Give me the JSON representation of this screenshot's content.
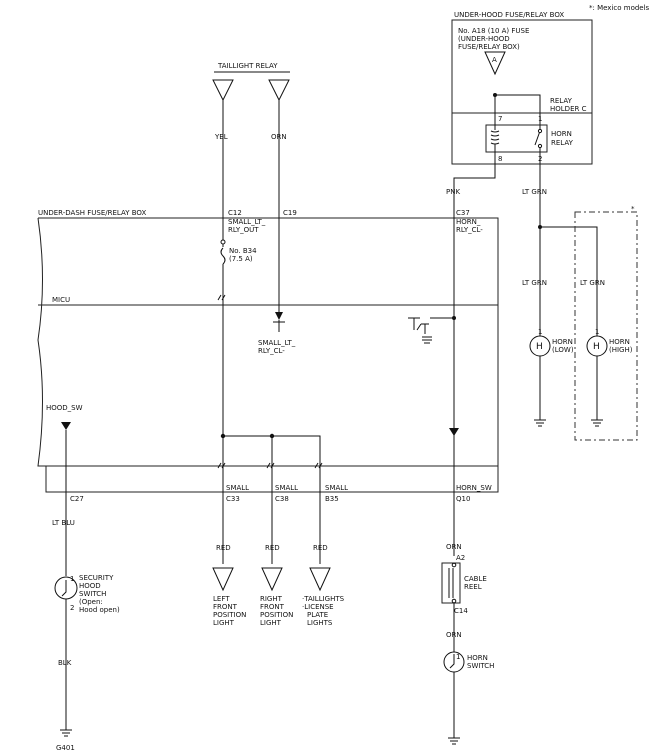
{
  "note": "*: Mexico models",
  "underhood_box": {
    "title": "UNDER-HOOD FUSE/RELAY BOX",
    "fuse_label": [
      "No. A18 (10 A) FUSE",
      "(UNDER-HOOD",
      "FUSE/RELAY BOX)"
    ],
    "fuse_connector": "A",
    "relay_holder": [
      "RELAY",
      "HOLDER C"
    ],
    "horn_relay": [
      "HORN",
      "RELAY"
    ],
    "pins": {
      "tl": "7",
      "tr": "1",
      "bl": "8",
      "br": "2"
    }
  },
  "taillight_relay": "TAILLIGHT RELAY",
  "wires": {
    "yel": "YEL",
    "orn": "ORN",
    "pnk": "PNK",
    "lt_grn": "LT GRN",
    "lt_blu": "LT BLU",
    "red": "RED",
    "blk": "BLK"
  },
  "underdash_box": {
    "title": "UNDER-DASH FUSE/RELAY BOX",
    "micu": "MICU",
    "fuse_b34": [
      "No. B34",
      "(7.5 A)"
    ],
    "c12": "C12",
    "c12_name": [
      "SMALL_LT_",
      "RLY_OUT"
    ],
    "c19": "C19",
    "c37": "C37",
    "c37_name": [
      "HORN_",
      "RLY_CL-"
    ],
    "small_lt_rly_cl": [
      "SMALL_LT_",
      "RLY_CL-"
    ],
    "hood_sw": "HOOD_SW",
    "bottom": {
      "small1": "SMALL",
      "c33": "C33",
      "small2": "SMALL",
      "c38": "C38",
      "small3": "SMALL",
      "b35": "B35",
      "horn_sw": "HORN_SW",
      "q10": "Q10",
      "c27": "C27"
    }
  },
  "horns": {
    "low": [
      "HORN",
      "(LOW)"
    ],
    "high": [
      "HORN",
      "(HIGH)"
    ],
    "pin": "1",
    "star": "*",
    "symbol": "H"
  },
  "security_switch": {
    "label": [
      "SECURITY",
      "HOOD",
      "SWITCH",
      "(Open:",
      "Hood open)"
    ],
    "pin1": "1",
    "pin2": "2"
  },
  "ground": "G401",
  "outputs": {
    "left": [
      "LEFT",
      "FRONT",
      "POSITION",
      "LIGHT"
    ],
    "right": [
      "RIGHT",
      "FRONT",
      "POSITION",
      "LIGHT"
    ],
    "tail": [
      "·TAILLIGHTS",
      "·LICENSE",
      "PLATE",
      "LIGHTS"
    ]
  },
  "cable_reel": {
    "label": [
      "CABLE",
      "REEL"
    ],
    "a2": "A2",
    "c14": "C14"
  },
  "horn_switch": {
    "label": [
      "HORN",
      "SWITCH"
    ],
    "pin": "1"
  }
}
